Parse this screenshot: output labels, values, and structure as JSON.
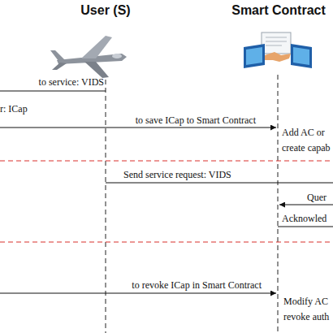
{
  "diagram": {
    "nodes": [
      {
        "text": [
          "User (S)"
        ]
      },
      {
        "text": [
          "Smart Contract"
        ]
      }
    ],
    "labels": [
      "to service: VIDS",
      "r: ICap",
      "to save ICap to Smart Contract",
      "Add AC or",
      "create capab",
      "Send service request: VIDS",
      "Quer",
      "Acknowled",
      "to revoke ICap in Smart Contract",
      "Modify AC",
      "revoke auth"
    ]
  }
}
